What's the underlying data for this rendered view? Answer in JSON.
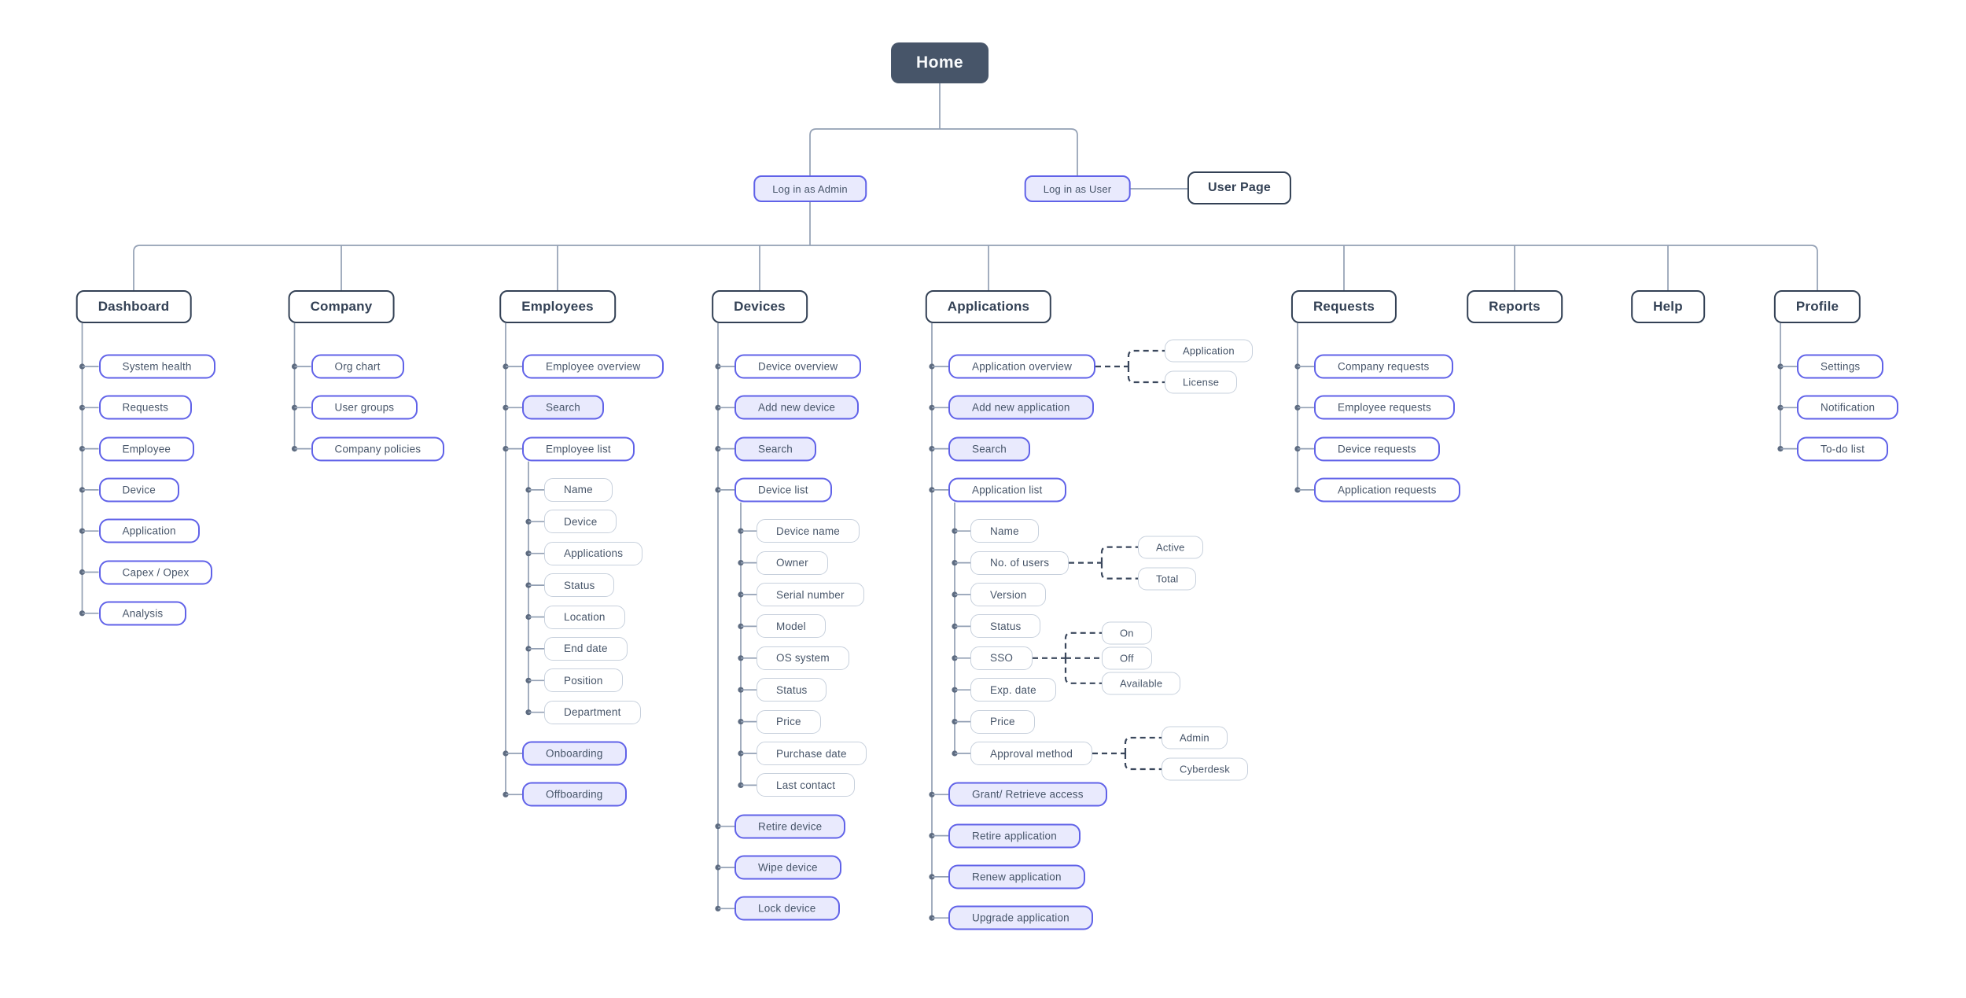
{
  "colors": {
    "background": "#ffffff",
    "root_bg": "#475569",
    "dark": "#334155",
    "text": "#475569",
    "accent_purple": "#6062e8",
    "lavender_fill": "#e9eafd",
    "attr_border": "#c7d0dc",
    "line": "#93a0b4",
    "dashed_line": "#3a475c",
    "junction_dot": "#5d6b80"
  },
  "root": {
    "label": "Home"
  },
  "auth": {
    "admin": {
      "label": "Log in as Admin"
    },
    "user": {
      "label": "Log in as User"
    },
    "user_page": {
      "label": "User Page"
    }
  },
  "sections": [
    {
      "label": "Dashboard",
      "children": [
        {
          "label": "System health",
          "style": "page"
        },
        {
          "label": "Requests",
          "style": "page"
        },
        {
          "label": "Employee",
          "style": "page"
        },
        {
          "label": "Device",
          "style": "page"
        },
        {
          "label": "Application",
          "style": "page"
        },
        {
          "label": "Capex / Opex",
          "style": "page"
        },
        {
          "label": "Analysis",
          "style": "page"
        }
      ]
    },
    {
      "label": "Company",
      "children": [
        {
          "label": "Org chart",
          "style": "page"
        },
        {
          "label": "User groups",
          "style": "page"
        },
        {
          "label": "Company policies",
          "style": "page"
        }
      ]
    },
    {
      "label": "Employees",
      "children": [
        {
          "label": "Employee overview",
          "style": "page"
        },
        {
          "label": "Search",
          "style": "action"
        },
        {
          "label": "Employee list",
          "style": "page"
        },
        {
          "label": "Name",
          "style": "attr"
        },
        {
          "label": "Device",
          "style": "attr"
        },
        {
          "label": "Applications",
          "style": "attr"
        },
        {
          "label": "Status",
          "style": "attr"
        },
        {
          "label": "Location",
          "style": "attr"
        },
        {
          "label": "End date",
          "style": "attr"
        },
        {
          "label": "Position",
          "style": "attr"
        },
        {
          "label": "Department",
          "style": "attr"
        },
        {
          "label": "Onboarding",
          "style": "action"
        },
        {
          "label": "Offboarding",
          "style": "action"
        }
      ]
    },
    {
      "label": "Devices",
      "children": [
        {
          "label": "Device overview",
          "style": "page"
        },
        {
          "label": "Add new device",
          "style": "action"
        },
        {
          "label": "Search",
          "style": "action"
        },
        {
          "label": "Device list",
          "style": "page"
        },
        {
          "label": "Device name",
          "style": "attr"
        },
        {
          "label": "Owner",
          "style": "attr"
        },
        {
          "label": "Serial number",
          "style": "attr"
        },
        {
          "label": "Model",
          "style": "attr"
        },
        {
          "label": "OS system",
          "style": "attr"
        },
        {
          "label": "Status",
          "style": "attr"
        },
        {
          "label": "Price",
          "style": "attr"
        },
        {
          "label": "Purchase date",
          "style": "attr"
        },
        {
          "label": "Last contact",
          "style": "attr"
        },
        {
          "label": "Retire device",
          "style": "action"
        },
        {
          "label": "Wipe device",
          "style": "action"
        },
        {
          "label": "Lock device",
          "style": "action"
        }
      ]
    },
    {
      "label": "Applications",
      "children": [
        {
          "label": "Application overview",
          "style": "page",
          "dashed": [
            {
              "label": "Application"
            },
            {
              "label": "License"
            }
          ]
        },
        {
          "label": "Add new application",
          "style": "action"
        },
        {
          "label": "Search",
          "style": "action"
        },
        {
          "label": "Application list",
          "style": "page"
        },
        {
          "label": "Name",
          "style": "attr"
        },
        {
          "label": "No. of users",
          "style": "attr",
          "dashed": [
            {
              "label": "Active"
            },
            {
              "label": "Total"
            }
          ]
        },
        {
          "label": "Version",
          "style": "attr"
        },
        {
          "label": "Status",
          "style": "attr"
        },
        {
          "label": "SSO",
          "style": "attr",
          "dashed": [
            {
              "label": "On"
            },
            {
              "label": "Off"
            },
            {
              "label": "Available"
            }
          ]
        },
        {
          "label": "Exp. date",
          "style": "attr"
        },
        {
          "label": "Price",
          "style": "attr"
        },
        {
          "label": "Approval method",
          "style": "attr",
          "dashed": [
            {
              "label": "Admin"
            },
            {
              "label": "Cyberdesk"
            }
          ]
        },
        {
          "label": "Grant/ Retrieve access",
          "style": "action"
        },
        {
          "label": "Retire application",
          "style": "action"
        },
        {
          "label": "Renew application",
          "style": "action"
        },
        {
          "label": "Upgrade application",
          "style": "action"
        }
      ]
    },
    {
      "label": "Requests",
      "children": [
        {
          "label": "Company requests",
          "style": "page"
        },
        {
          "label": "Employee requests",
          "style": "page"
        },
        {
          "label": "Device requests",
          "style": "page"
        },
        {
          "label": "Application requests",
          "style": "page"
        }
      ]
    },
    {
      "label": "Reports",
      "children": []
    },
    {
      "label": "Help",
      "children": []
    },
    {
      "label": "Profile",
      "children": [
        {
          "label": "Settings",
          "style": "page"
        },
        {
          "label": "Notification",
          "style": "page"
        },
        {
          "label": "To-do list",
          "style": "page"
        }
      ]
    }
  ]
}
